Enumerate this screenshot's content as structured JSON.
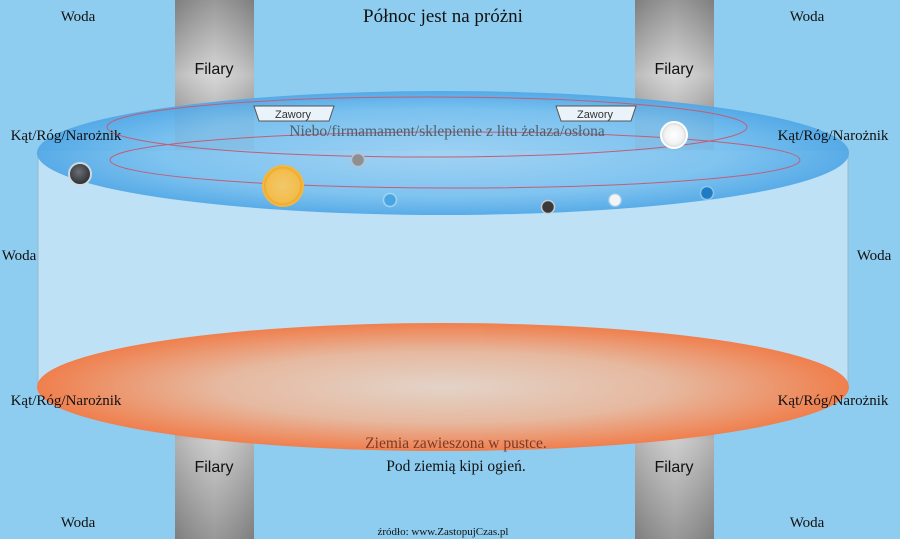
{
  "title": "Północ jest na próżni",
  "labels": {
    "water": "Woda",
    "pillars": "Filary",
    "corner": "Kąt/Róg/Narożnik",
    "valves": "Zawory",
    "firmament": "Niebo/firmamament/sklepienie z litu żelaza/osłona",
    "earth": "Ziemia zawieszona w pustce.",
    "fire": "Pod ziemią kipi ogień.",
    "source": "źródło: www.ZastopujCzas.pl"
  },
  "colors": {
    "background": "#8ecdf0",
    "cylinder": "#c7e4f7",
    "firmament": "#62b3ec",
    "pillar_light": "#d4d4d4",
    "pillar_dark": "#8f8f8f",
    "earth_center": "#e2cfc2",
    "earth_edge": "#f07f4d",
    "sun": "#f6b73c",
    "orbit": "#c25d78"
  },
  "celestial_bodies": [
    {
      "name": "dark-planet",
      "color": "#3c3f44"
    },
    {
      "name": "sun",
      "color": "#f6b73c"
    },
    {
      "name": "moon",
      "color": "#f2f2f2"
    },
    {
      "name": "gray-planet",
      "color": "#8d8f93"
    },
    {
      "name": "blue-planet",
      "color": "#4aa6e3"
    },
    {
      "name": "black-planet",
      "color": "#3a3a3a"
    },
    {
      "name": "white-planet",
      "color": "#f4f4f4"
    },
    {
      "name": "dark-blue-planet",
      "color": "#1f7bc4"
    }
  ]
}
